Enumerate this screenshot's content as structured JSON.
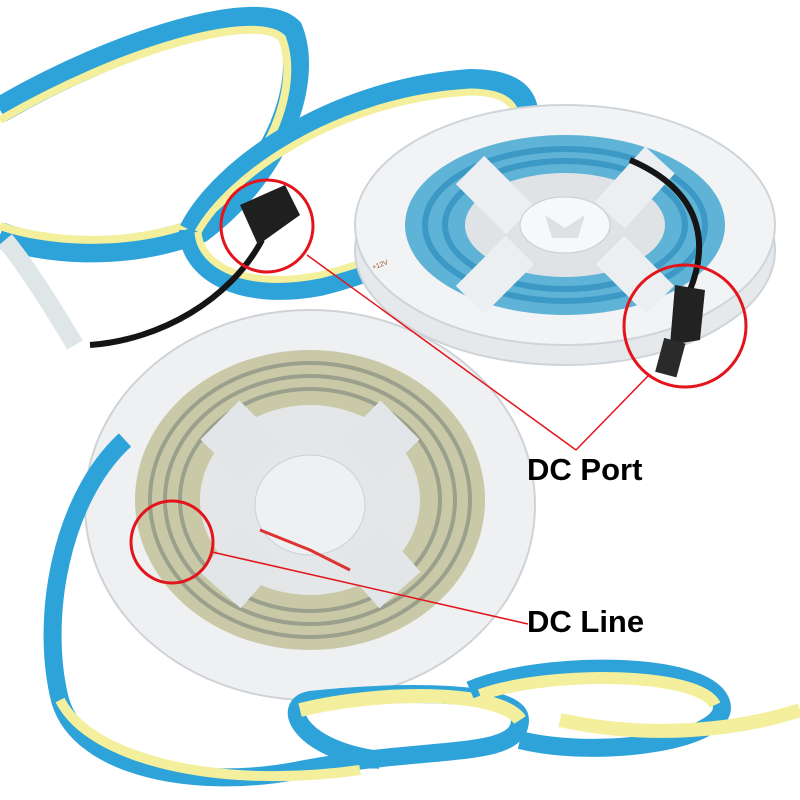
{
  "annotations": {
    "dc_port_label": "DC Port",
    "dc_line_label": "DC Line"
  },
  "strip_marking": "+12V",
  "colors": {
    "strip_blue": "#2ea3d9",
    "strip_led": "#f3ef9c",
    "callout_red": "#e3141b",
    "reel_white": "#eef0f2",
    "cable_black": "#151515"
  }
}
